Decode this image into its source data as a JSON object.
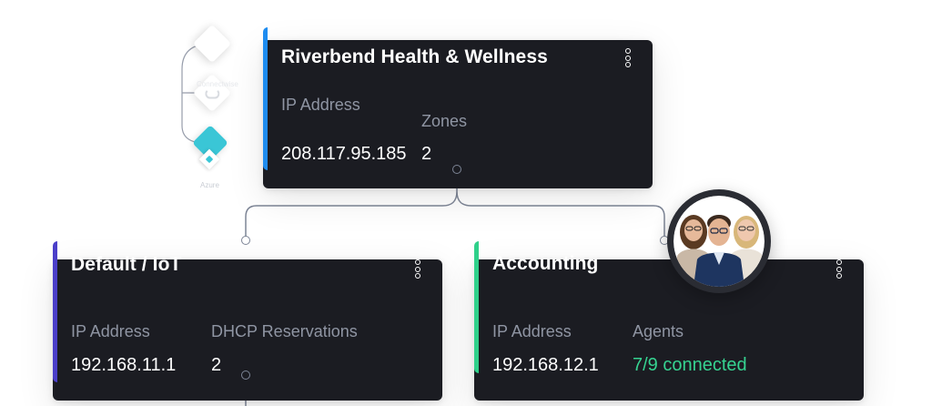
{
  "colors": {
    "card_bg": "#1b1c22",
    "accent_blue": "#1e8cf0",
    "accent_purple": "#4b3fc9",
    "accent_green": "#2fd08a",
    "connected_green": "#36d391",
    "label_gray": "#8f95a3",
    "connector": "#7d8596"
  },
  "sources": [
    {
      "icon": "diamond-icon",
      "label": ""
    },
    {
      "icon": "cloud-diamond-icon",
      "label": "Connectwise"
    },
    {
      "icon": "azure-diamond-icon",
      "label": "Azure"
    }
  ],
  "root": {
    "title": "Riverbend Health & Wellness",
    "ip_label": "IP Address",
    "ip_value": "208.117.95.185",
    "zones_label": "Zones",
    "zones_value": "2",
    "menu_icon": "more-vertical-icon"
  },
  "children": [
    {
      "title": "Default / IoT",
      "ip_label": "IP Address",
      "ip_value": "192.168.11.1",
      "metric_label": "DHCP Reservations",
      "metric_value": "2",
      "menu_icon": "more-vertical-icon"
    },
    {
      "title": "Accounting",
      "ip_label": "IP Address",
      "ip_value": "192.168.12.1",
      "metric_label": "Agents",
      "metric_value": "7/9 connected",
      "menu_icon": "more-vertical-icon",
      "avatar": "team-photo-avatar"
    }
  ]
}
